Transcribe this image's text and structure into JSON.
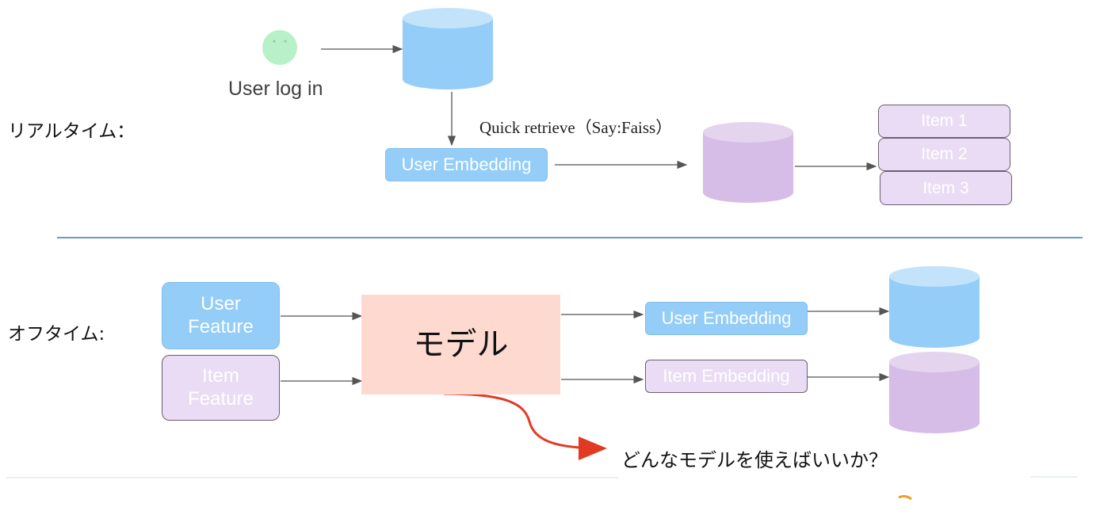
{
  "colors": {
    "blue_db_top": "#c3e3fb",
    "blue_db_body": "#93cdf8",
    "purple_db_top": "#e4d4ee",
    "purple_db_body": "#d5bde7",
    "model_box": "#fdd9d0",
    "arrow_gray": "#555555",
    "arrow_red": "#e23a22",
    "divider": "#6a9cc9",
    "user_icon": "#b8f0c8"
  },
  "icons": {
    "user_icon": "smiley-face-icon",
    "blue_database": "database-cylinder-icon",
    "purple_database": "vector-index-cylinder-icon"
  },
  "realtime": {
    "section_label": "リアルタイム：",
    "user_login_label": "User log in",
    "user_embedding_label": "User Embedding",
    "retrieve_label": "Quick retrieve（Say:Faiss）",
    "items": [
      "Item 1",
      "Item 2",
      "Item 3"
    ]
  },
  "offline": {
    "section_label": "オフタイム:",
    "user_feature_label": "User\nFeature",
    "item_feature_label": "Item\nFeature",
    "model_label": "モデル",
    "user_embedding_label": "User Embedding",
    "item_embedding_label": "Item Embedding",
    "question_label": "どんなモデルを使えばいいか？"
  }
}
